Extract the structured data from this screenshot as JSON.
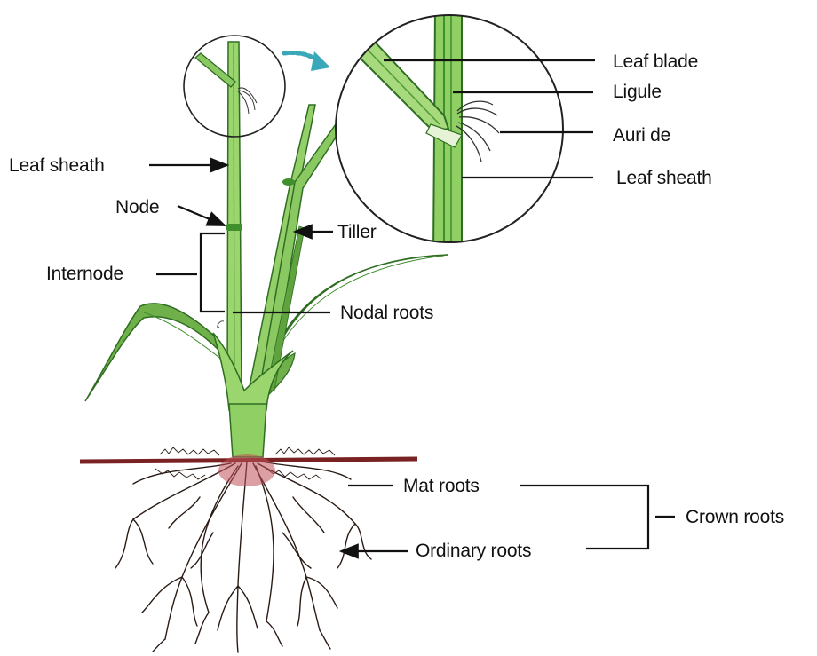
{
  "labels": {
    "leaf_blade": "Leaf blade",
    "ligule": "Ligule",
    "auricle": "Auri de",
    "leaf_sheath_inset": "Leaf sheath",
    "leaf_sheath": "Leaf sheath",
    "node": "Node",
    "tiller": "Tiller",
    "internode": "Internode",
    "nodal_roots": "Nodal roots",
    "mat_roots": "Mat roots",
    "crown_roots": "Crown roots",
    "ordinary_roots": "Ordinary roots"
  },
  "colors": {
    "stem": "#8fcf63",
    "stem_dark": "#3f8f2c",
    "leaf": "#6fb04a",
    "soil_line": "#7a2222",
    "roots": "#2a1a14",
    "root_crown": "#c0505a",
    "callout_arrow": "#3aa8b8"
  }
}
